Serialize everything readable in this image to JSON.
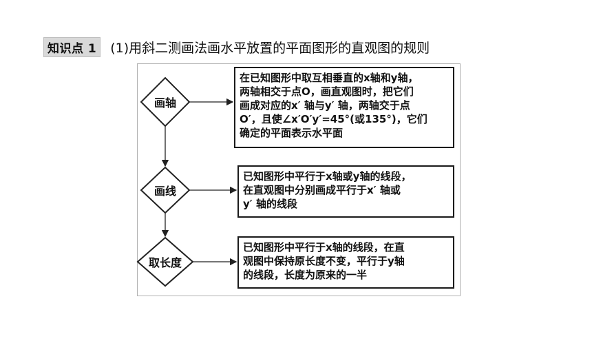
{
  "header": {
    "tag": "知识点 1",
    "title": "(1)用斜二测画法画水平放置的平面图形的直观图的规则"
  },
  "steps": [
    {
      "label": "画轴",
      "lines": [
        "在已知图形中取互相垂直的x轴和y轴，",
        "两轴相交于点O，画直观图时，把它们",
        "画成对应的x′ 轴与y′ 轴，两轴交于点",
        "O′，且使∠x′O′y′=45°(或135°)，它们",
        "确定的平面表示水平面"
      ]
    },
    {
      "label": "画线",
      "lines": [
        "已知图形中平行于x轴或y轴的线段，",
        "在直观图中分别画成平行于x′ 轴或",
        "y′ 轴的线段"
      ]
    },
    {
      "label": "取长度",
      "lines": [
        "已知图形中平行于x轴的线段，在直",
        "观图中保持原长度不变，平行于y轴",
        "的线段，长度为原来的一半"
      ]
    }
  ]
}
